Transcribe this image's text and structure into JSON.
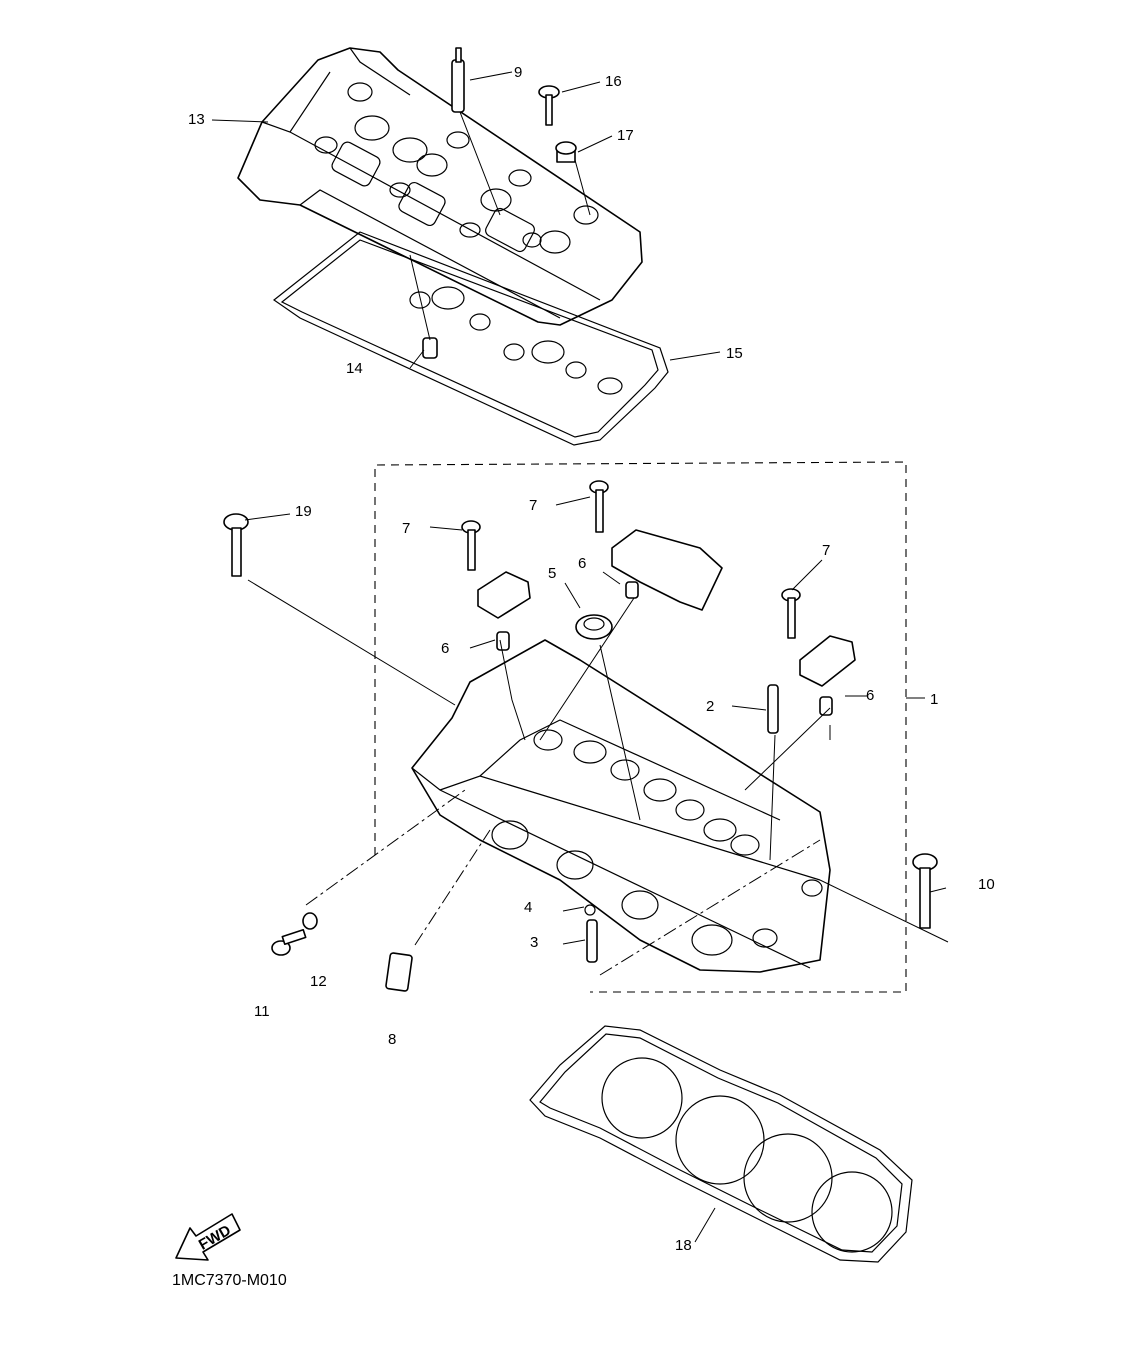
{
  "diagram": {
    "part_code": "1MC7370-M010",
    "fwd_label": "FWD",
    "callouts": {
      "c1": "1",
      "c2": "2",
      "c3": "3",
      "c4": "4",
      "c5": "5",
      "c6a": "6",
      "c6b": "6",
      "c6c": "6",
      "c7a": "7",
      "c7b": "7",
      "c7c": "7",
      "c8": "8",
      "c9": "9",
      "c10": "10",
      "c11": "11",
      "c12": "12",
      "c13": "13",
      "c14": "14",
      "c15": "15",
      "c16": "16",
      "c17": "17",
      "c18": "18",
      "c19": "19"
    }
  }
}
